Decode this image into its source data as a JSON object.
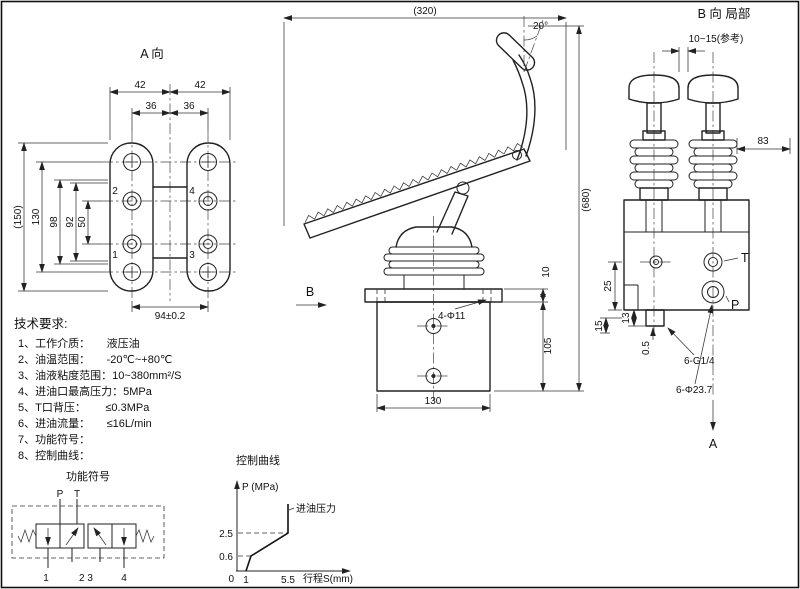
{
  "sheet": {
    "bg": "#ffffff",
    "line_color": "#222222"
  },
  "view_a": {
    "title": "A 向",
    "dim_42_left": "42",
    "dim_42_right": "42",
    "dim_36_left": "36",
    "dim_36_right": "36",
    "dim_150": "(150)",
    "dim_130": "130",
    "dim_98": "98",
    "dim_92": "92",
    "dim_50": "50",
    "dim_94": "94±0.2",
    "port_1": "1",
    "port_2": "2",
    "port_3": "3",
    "port_4": "4"
  },
  "side_view": {
    "dim_320": "(320)",
    "dim_20": "20°",
    "dim_680": "(680)",
    "dim_10": "10",
    "dim_105": "105",
    "dim_130": "130",
    "dim_holes": "4-Φ11",
    "view_label": "B"
  },
  "view_b": {
    "title": "B 向 局部",
    "dim_ref": "10~15(参考)",
    "dim_83": "83",
    "dim_25": "25",
    "dim_13": "13",
    "dim_15": "15",
    "dim_05": "0.5",
    "dim_thread": "6-G1/4",
    "dim_dia": "6-Φ23.7",
    "port_t": "T",
    "port_p": "P",
    "view_label": "A"
  },
  "tech_req": {
    "title": "技术要求:",
    "items": [
      "1、工作介质：　　液压油",
      "2、油温范围：　　-20℃~+80℃",
      "3、油液粘度范围：10~380mm²/S",
      "4、进油口最高压力：5MPa",
      "5、T口背压：　　 ≤0.3MPa",
      "6、进油流量：　　≤16L/min",
      "7、功能符号：",
      "8、控制曲线："
    ]
  },
  "symbol": {
    "title": "功能符号",
    "p_label": "P",
    "t_label": "T",
    "port_1": "1",
    "port_23": "2 3",
    "port_4": "4"
  },
  "curve": {
    "title": "控制曲线",
    "ylabel": "P (MPa)",
    "xlabel": "行程S(mm)",
    "series_label": "进油压力",
    "ytick_25": "2.5",
    "ytick_06": "0.6",
    "xtick_0": "0",
    "xtick_1": "1",
    "xtick_55": "5.5"
  },
  "chart_data": {
    "type": "line",
    "title": "控制曲线",
    "xlabel": "行程S(mm)",
    "ylabel": "P (MPa)",
    "series": [
      {
        "name": "进油压力",
        "x": [
          1,
          1.3,
          5.5,
          5.5
        ],
        "y": [
          0,
          0.6,
          2.5,
          3.1
        ]
      }
    ],
    "xticks": [
      0,
      1,
      5.5
    ],
    "yticks": [
      0.6,
      2.5
    ],
    "xlim": [
      0,
      7
    ],
    "ylim": [
      0,
      3.5
    ],
    "grid": false,
    "legend": "none"
  }
}
